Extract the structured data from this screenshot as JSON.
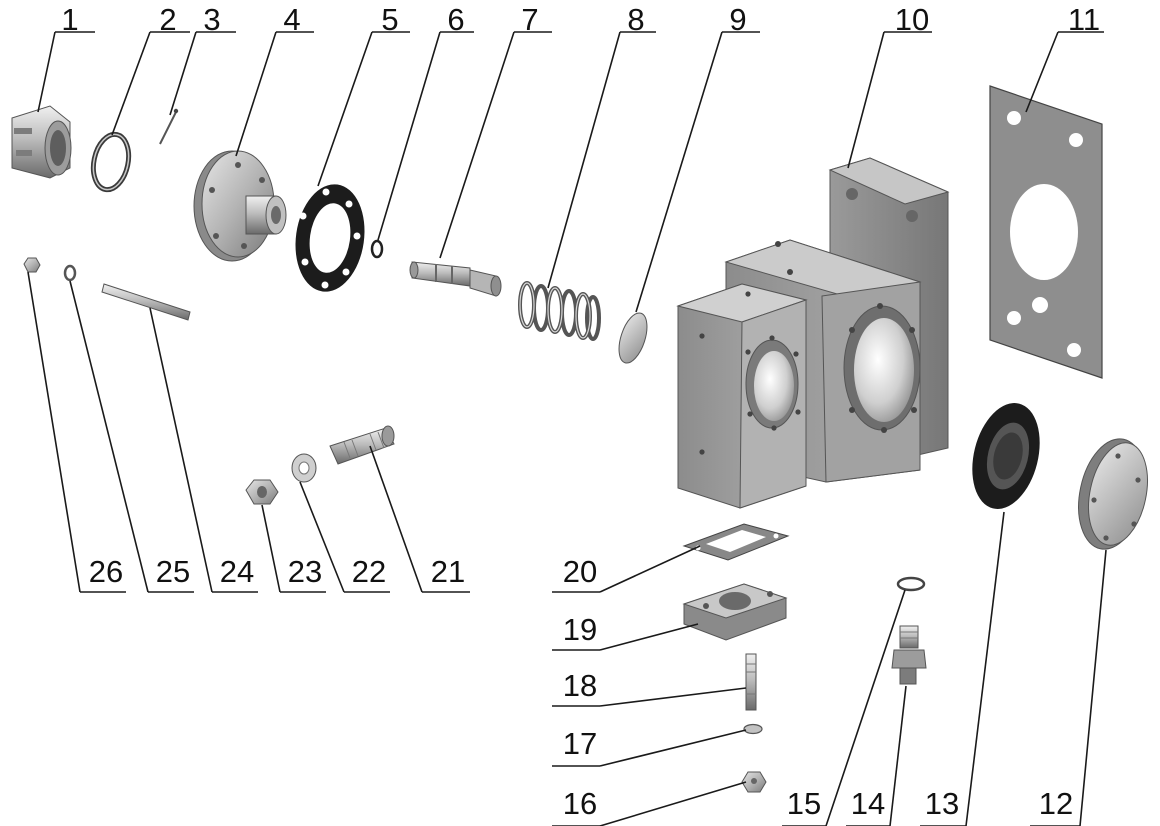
{
  "parts": [
    {
      "id": "p1",
      "label": "1"
    },
    {
      "id": "p2",
      "label": "2"
    },
    {
      "id": "p3",
      "label": "3"
    },
    {
      "id": "p4",
      "label": "4"
    },
    {
      "id": "p5",
      "label": "5"
    },
    {
      "id": "p6",
      "label": "6"
    },
    {
      "id": "p7",
      "label": "7"
    },
    {
      "id": "p8",
      "label": "8"
    },
    {
      "id": "p9",
      "label": "9"
    },
    {
      "id": "p10",
      "label": "10"
    },
    {
      "id": "p11",
      "label": "11"
    },
    {
      "id": "p12",
      "label": "12"
    },
    {
      "id": "p13",
      "label": "13"
    },
    {
      "id": "p14",
      "label": "14"
    },
    {
      "id": "p15",
      "label": "15"
    },
    {
      "id": "p16",
      "label": "16"
    },
    {
      "id": "p17",
      "label": "17"
    },
    {
      "id": "p18",
      "label": "18"
    },
    {
      "id": "p19",
      "label": "19"
    },
    {
      "id": "p20",
      "label": "20"
    },
    {
      "id": "p21",
      "label": "21"
    },
    {
      "id": "p22",
      "label": "22"
    },
    {
      "id": "p23",
      "label": "23"
    },
    {
      "id": "p24",
      "label": "24"
    },
    {
      "id": "p25",
      "label": "25"
    },
    {
      "id": "p26",
      "label": "26"
    }
  ],
  "colors": {
    "metal_light": "#d4d4d4",
    "metal_mid": "#a8a8a8",
    "metal_dark": "#6e6e6e",
    "gasket_black": "#1c1c1c",
    "line": "#1a1a1a"
  }
}
